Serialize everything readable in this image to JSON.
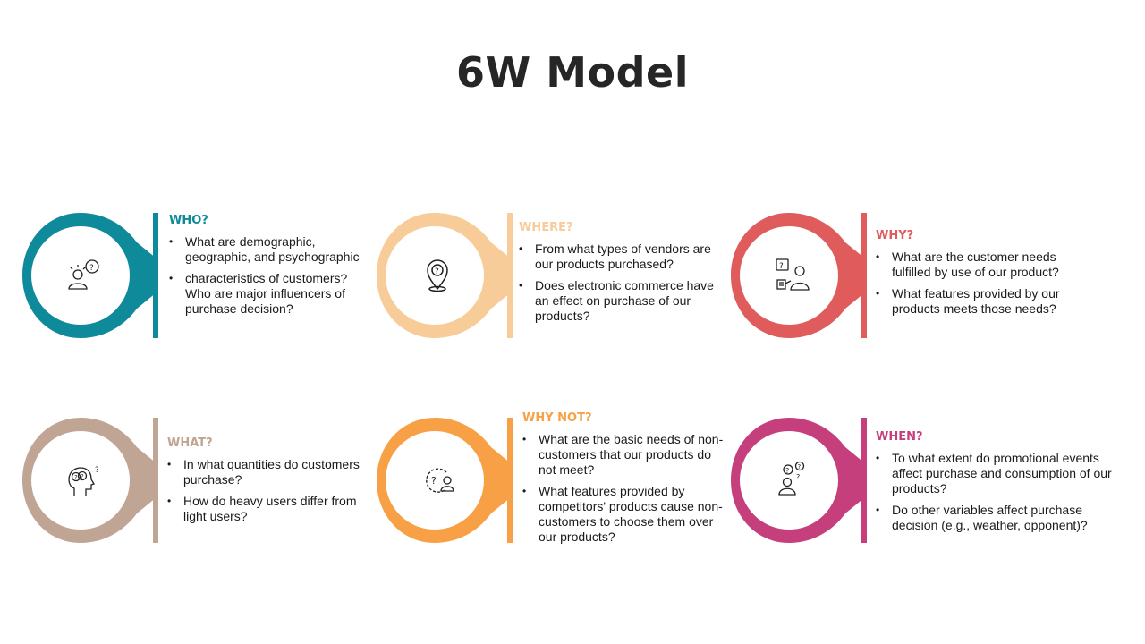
{
  "title": "6W Model",
  "cards": [
    {
      "key": "who",
      "heading": "WHO?",
      "color": "#0e8a9a",
      "icon": "person-idea-question-icon",
      "bullets": [
        "What are demographic, geographic, and psychographic",
        "characteristics of customers? Who are major influencers of purchase decision?"
      ]
    },
    {
      "key": "where",
      "heading": "WHERE?",
      "color": "#f7cc98",
      "icon": "location-pin-question-icon",
      "bullets": [
        "From what types of vendors are our products purchased?",
        "Does electronic commerce have an effect on purchase of our products?"
      ]
    },
    {
      "key": "why",
      "heading": "WHY?",
      "color": "#e05b5b",
      "icon": "customer-question-board-icon",
      "bullets": [
        "What are the customer needs fulfilled by use of our product?",
        "What features provided by our products meets those needs?"
      ]
    },
    {
      "key": "what",
      "heading": "WHAT?",
      "color": "#c0a494",
      "icon": "head-question-icon",
      "bullets": [
        "In what quantities do customers purchase?",
        "How do heavy users differ from light users?"
      ]
    },
    {
      "key": "whynot",
      "heading": "WHY NOT?",
      "color": "#f7a046",
      "icon": "clock-user-question-icon",
      "bullets": [
        "What are the basic needs of non- customers that our products do not meet?",
        "What features provided by competitors' products cause non- customers to choose them over our products?"
      ]
    },
    {
      "key": "when",
      "heading": "WHEN?",
      "color": "#c53f7c",
      "icon": "person-questions-icon",
      "bullets": [
        "To what extent do promotional events affect purchase and consumption of our products?",
        "Do other variables affect purchase decision (e.g., weather, opponent)?"
      ]
    }
  ]
}
